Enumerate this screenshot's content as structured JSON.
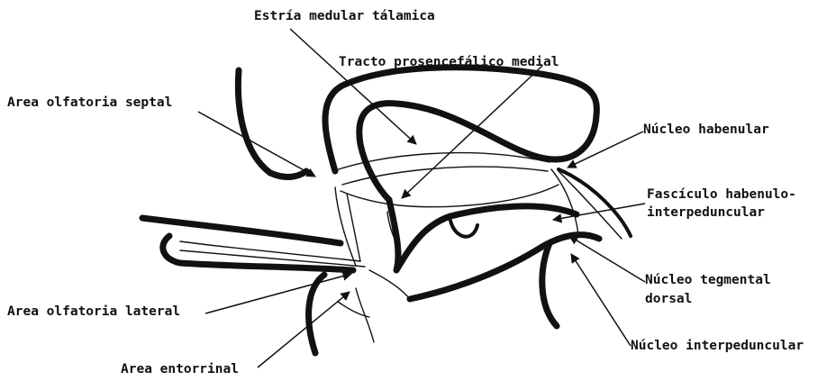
{
  "labels": {
    "estria": "Estría medular tálamica",
    "tracto": "Tracto prosencefálico medial",
    "area_septal": "Area olfatoria septal",
    "nucleo_habenular": "Núcleo habenular",
    "fasciculo_line1": "Fascículo habenulo-",
    "fasciculo_line2": "interpeduncular",
    "area_lateral": "Area olfatoria lateral",
    "tegmental_line1": "Núcleo tegmental",
    "tegmental_line2": "dorsal",
    "interpeduncular": "Núcleo interpeduncular",
    "entorrinal": "Area entorrinal"
  }
}
